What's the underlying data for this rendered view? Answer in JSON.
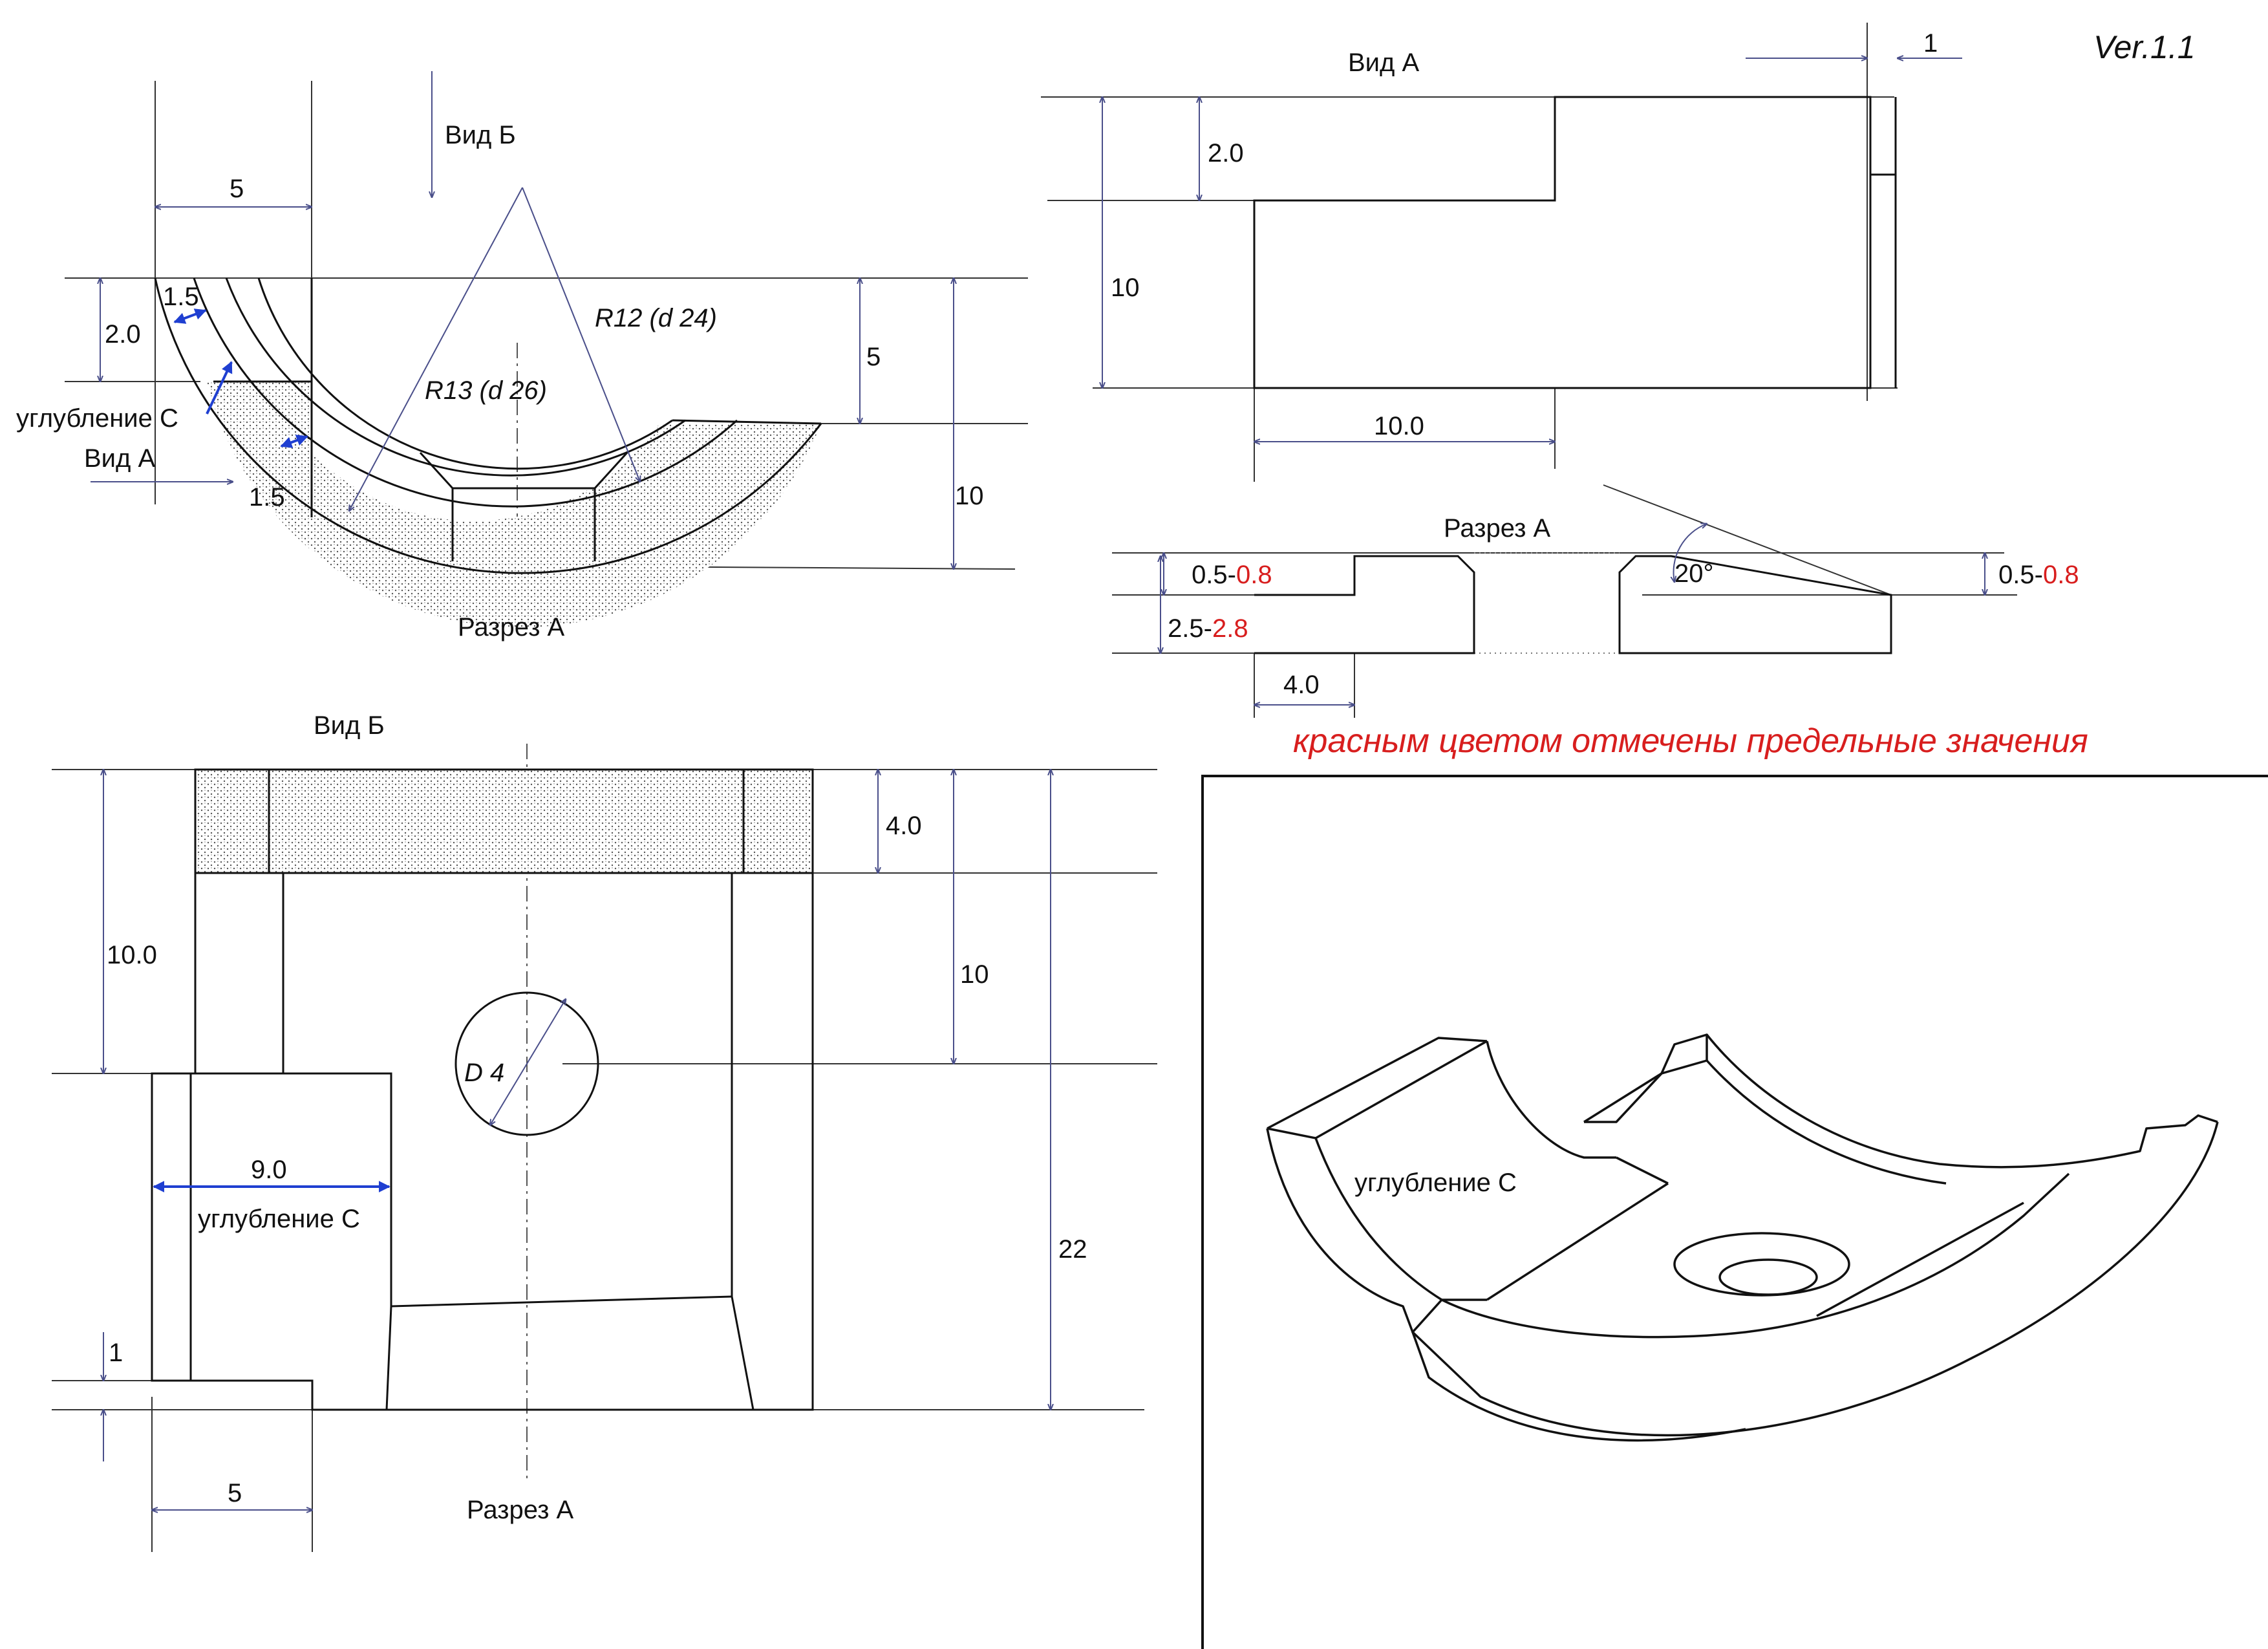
{
  "version": "Ver.1.1",
  "note": "красным цветом отмечены предельные значения",
  "colors": {
    "limit_values": "#d81e1e",
    "dimension_lines": "#4a4f8a",
    "blue_arrows": "#1f3fd1"
  },
  "view1": {
    "arrow_b": "Вид Б",
    "arrow_a": "Вид А",
    "section": "Разрез А",
    "recess": "углубление С",
    "dims": {
      "width5": "5",
      "depth20": "2.0",
      "wall15_top": "1.5",
      "wall15_bottom": "1.5",
      "r12": "R12 (d 24)",
      "r13": "R13 (d 26)",
      "h5": "5",
      "h10": "10"
    }
  },
  "view_a": {
    "title": "Вид А",
    "dims": {
      "step20": "2.0",
      "height10": "10",
      "width100": "10.0",
      "edge1": "1"
    }
  },
  "section_a": {
    "title": "Разрез А",
    "dims": {
      "left_top_a": "0.5-",
      "left_top_b": "0.8",
      "left_h_a": "2.5-",
      "left_h_b": "2.8",
      "width40": "4.0",
      "angle": "20°",
      "right_top_a": "0.5-",
      "right_top_b": "0.8"
    }
  },
  "view_b": {
    "title": "Вид Б",
    "section": "Разрез А",
    "recess": "углубление С",
    "dims": {
      "h100": "10.0",
      "h40": "4.0",
      "h10": "10",
      "h22": "22",
      "d4": "D 4",
      "w90": "9.0",
      "one": "1",
      "five": "5"
    }
  },
  "sketch": {
    "label": "углубление С"
  }
}
